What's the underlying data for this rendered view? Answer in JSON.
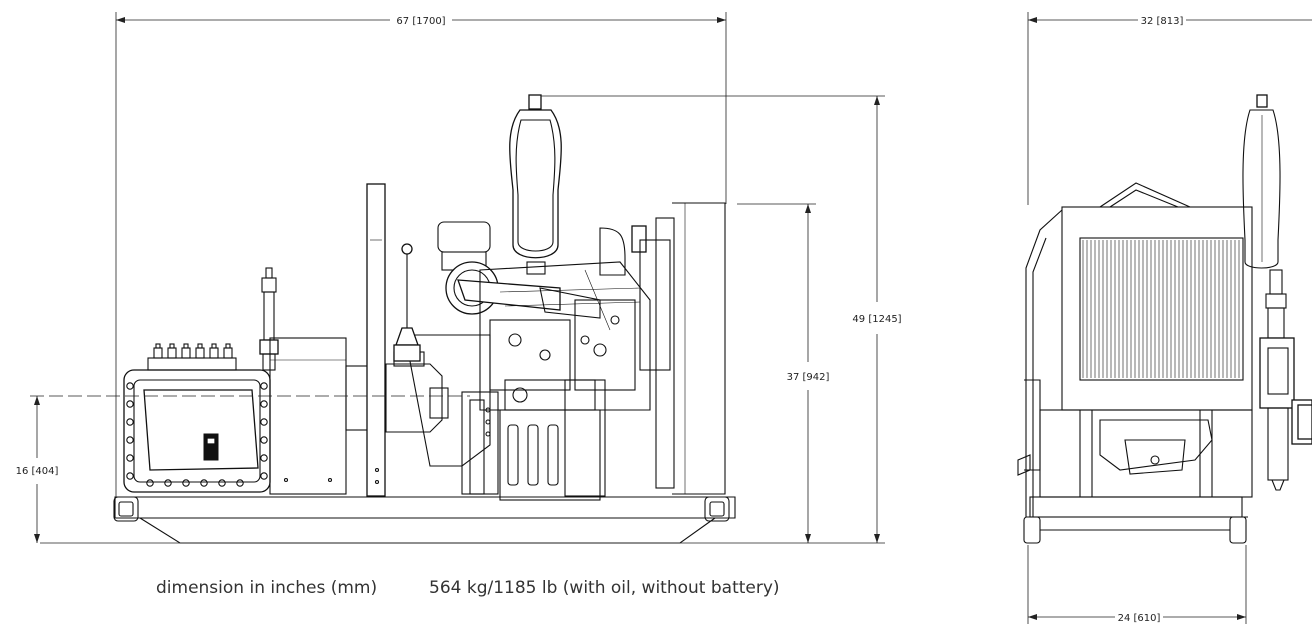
{
  "dimensions": {
    "overall_length": "67 [1700]",
    "overall_height": "49 [1245]",
    "radiator_height": "37 [942]",
    "shaft_height": "16 [404]",
    "overall_width": "32 [813]",
    "frame_width": "24 [610]"
  },
  "caption": {
    "units_note": "dimension in inches (mm)",
    "weight_note": "564 kg/1185 lb (with oil, without battery)"
  }
}
